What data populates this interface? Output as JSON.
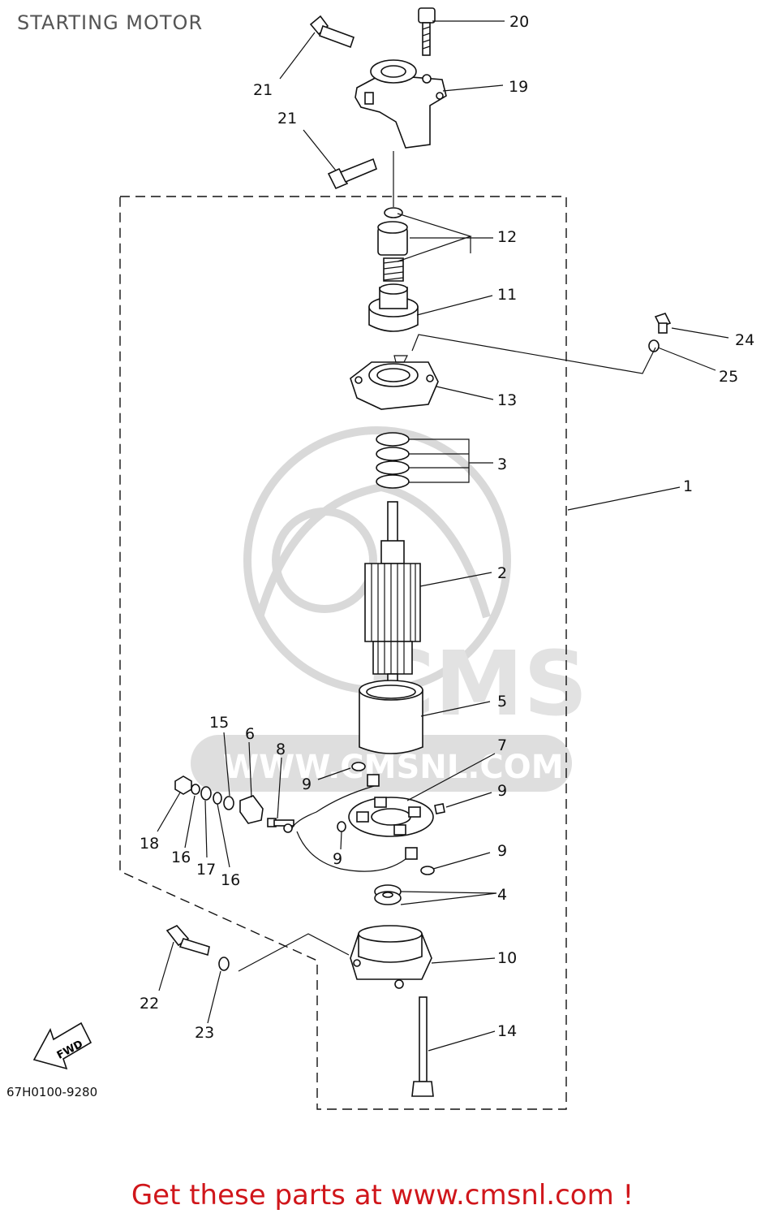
{
  "title": "STARTING MOTOR",
  "diagram_code": "67H0100-9280",
  "fwd_label": "FWD",
  "footer": "Get these parts at www.cmsnl.com !",
  "watermark": {
    "brand": "CMS",
    "url": "WWW.CMSNL.COM"
  },
  "colors": {
    "footer": "#d0161b",
    "watermark": "#dedede",
    "line": "#111111"
  },
  "callouts": [
    "20",
    "21",
    "19",
    "21",
    "12",
    "11",
    "24",
    "25",
    "13",
    "3",
    "1",
    "2",
    "5",
    "15",
    "6",
    "8",
    "7",
    "9",
    "9",
    "9",
    "9",
    "18",
    "16",
    "17",
    "16",
    "4",
    "10",
    "22",
    "23",
    "14"
  ]
}
